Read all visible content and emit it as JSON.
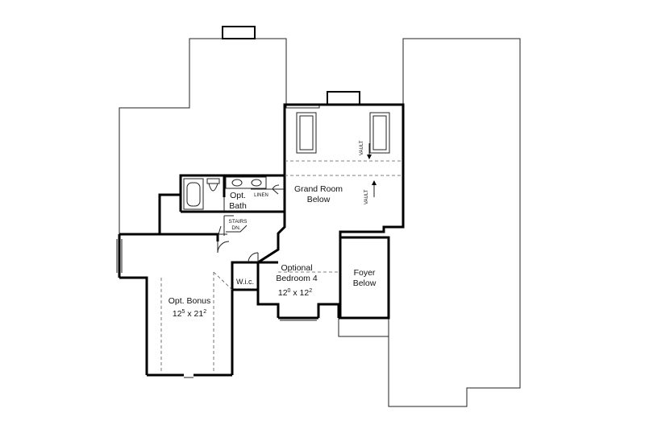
{
  "labels": {
    "grand_room_line1": "Grand Room",
    "grand_room_line2": "Below",
    "vault_upper": "VAULT",
    "vault_lower": "VAULT",
    "opt_bath_line1": "Opt.",
    "opt_bath_line2": "Bath",
    "linen": "LINEN",
    "stairs_line1": "STAIRS",
    "stairs_line2": "DN.",
    "wic": "W.i.c.",
    "opt_bedroom_line1": "Optional",
    "opt_bedroom_line2": "Bedroom 4",
    "opt_bedroom_dim_a": "12",
    "opt_bedroom_dim_a_sup": "0",
    "opt_bedroom_dim_x": " x ",
    "opt_bedroom_dim_b": "12",
    "opt_bedroom_dim_b_sup": "2",
    "foyer_line1": "Foyer",
    "foyer_line2": "Below",
    "opt_bonus_line1": "Opt. Bonus",
    "opt_bonus_dim_a": "12",
    "opt_bonus_dim_a_sup": "5",
    "opt_bonus_dim_x": " x ",
    "opt_bonus_dim_b": "21",
    "opt_bonus_dim_b_sup": "2"
  }
}
